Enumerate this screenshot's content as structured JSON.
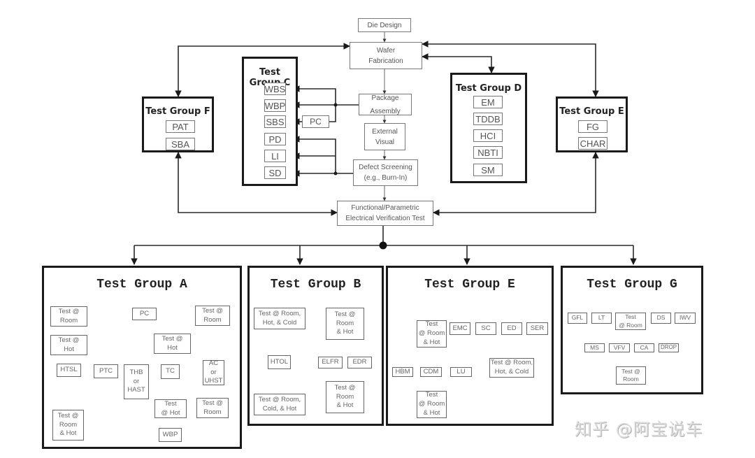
{
  "flow": {
    "die_design": "Die Design",
    "wafer_fab": "Wafer\nFabrication",
    "package_assembly": "Package\nAssembly",
    "external_visual": "External\nVisual",
    "defect_screening": "Defect Screening\n(e.g., Burn-In)",
    "functional_test": "Functional/Parametric\nElectrical Verification Test",
    "pc": "PC"
  },
  "groups": {
    "c": {
      "title": "Test Group C",
      "items": [
        "WBS",
        "WBP",
        "SBS",
        "PD",
        "LI",
        "SD"
      ]
    },
    "d": {
      "title": "Test Group D",
      "items": [
        "EM",
        "TDDB",
        "HCI",
        "NBTI",
        "SM"
      ]
    },
    "f": {
      "title": "Test Group F",
      "items": [
        "PAT",
        "SBA"
      ]
    },
    "e_top": {
      "title": "Test Group E",
      "items": [
        "FG",
        "CHAR"
      ]
    },
    "a": {
      "title": "Test Group A",
      "nodes": {
        "test_room_1": "Test @\nRoom",
        "pc": "PC",
        "test_room_2": "Test @\nRoom",
        "test_hot_1": "Test @\nHot",
        "test_hot_2": "Test @\nHot",
        "htsl": "HTSL",
        "ptc": "PTC",
        "thb_hast": "THB\nor\nHAST",
        "tc": "TC",
        "ac_uhst": "AC\nor\nUHST",
        "test_room_hot": "Test @\nRoom\n& Hot",
        "test_hot_3": "Test\n@ Hot",
        "test_room_3": "Test @\nRoom",
        "wbp": "WBP"
      }
    },
    "b": {
      "title": "Test Group B",
      "nodes": {
        "test_rhc": "Test @ Room,\nHot, & Cold",
        "test_rh_1": "Test @\nRoom\n& Hot",
        "htol": "HTOL",
        "elfr": "ELFR",
        "edr": "EDR",
        "test_rch": "Test @ Room,\nCold, & Hot",
        "test_rh_2": "Test @\nRoom\n& Hot"
      }
    },
    "e_bottom": {
      "title": "Test Group E",
      "nodes": {
        "test_rh_1": "Test\n@ Room\n& Hot",
        "emc": "EMC",
        "sc": "SC",
        "ed": "ED",
        "ser": "SER",
        "hbm": "HBM",
        "cdm": "CDM",
        "lu": "LU",
        "test_rhc": "Test @ Room,\nHot, & Cold",
        "test_rh_2": "Test\n@ Room\n& Hot"
      }
    },
    "g": {
      "title": "Test Group G",
      "nodes": {
        "gfl": "GFL",
        "lt": "LT",
        "test_room_1": "Test\n@ Room",
        "ds": "DS",
        "iwv": "IWV",
        "ms": "MS",
        "vfv": "VFV",
        "ca": "CA",
        "drop": "DROP",
        "test_room_2": "Test @\nRoom"
      }
    }
  },
  "watermark": "知乎 @阿宝说车"
}
